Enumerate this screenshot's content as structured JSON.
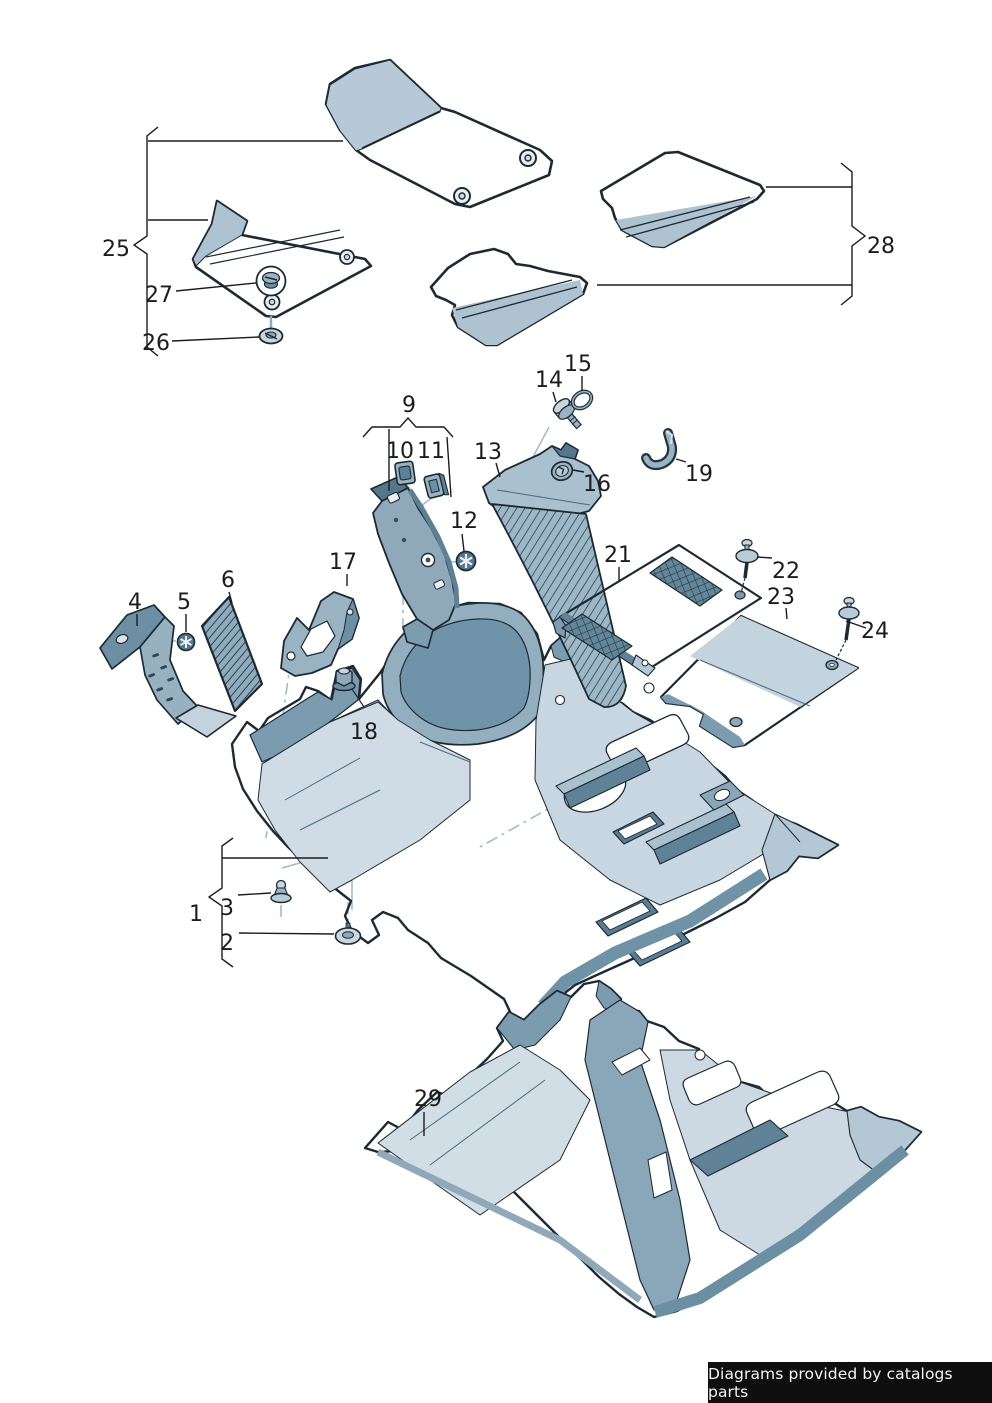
{
  "diagram": {
    "type": "parts-catalog-exploded-view",
    "subject": "floor mats and floor covering",
    "callouts": {
      "c1": "1",
      "c2": "2",
      "c3": "3",
      "c4": "4",
      "c5": "5",
      "c6": "6",
      "c9": "9",
      "c10": "10",
      "c11": "11",
      "c12": "12",
      "c13": "13",
      "c14": "14",
      "c15": "15",
      "c16": "16",
      "c17": "17",
      "c18": "18",
      "c19": "19",
      "c21": "21",
      "c22": "22",
      "c23": "23",
      "c24": "24",
      "c25": "25",
      "c26": "26",
      "c27": "27",
      "c28": "28",
      "c29": "29"
    },
    "palette": {
      "outline": "#1c2a33",
      "fill_light": "#cdd9e2",
      "fill_mid": "#a9c0cf",
      "fill_dark": "#7d9cb0",
      "fill_deep": "#5d8095",
      "leader_blue": "#9fbccd",
      "label_color": "#1b1c1e"
    }
  },
  "footer": {
    "text": "Diagrams provided by catalogs parts",
    "background": "#0f0f0f",
    "color": "#f4f4f4"
  }
}
